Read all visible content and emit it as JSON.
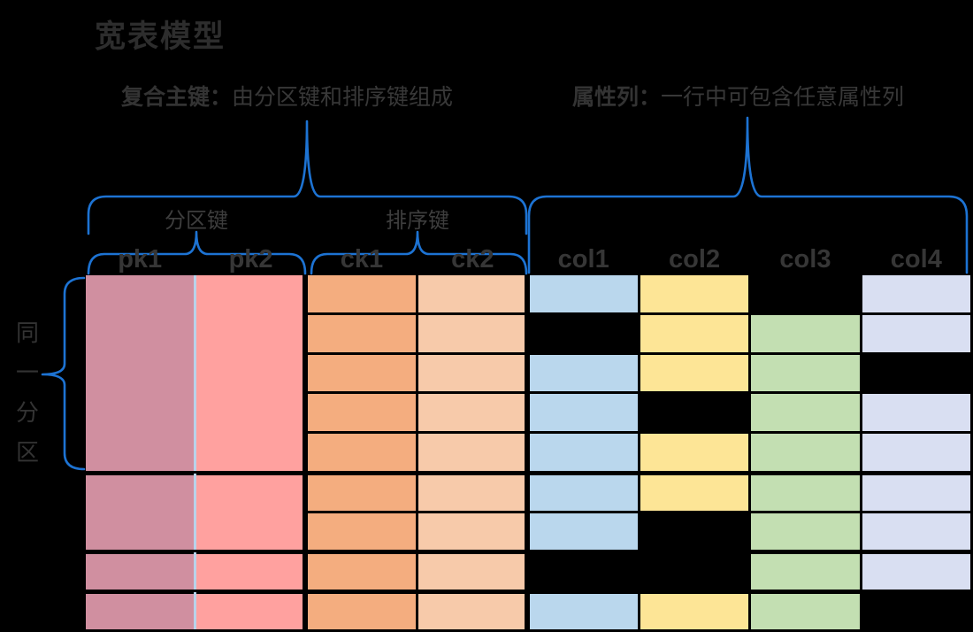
{
  "title": "宽表模型",
  "annotations": {
    "composite_key": {
      "term": "复合主键：",
      "desc": "由分区键和排序键组成"
    },
    "attribute_columns": {
      "term": "属性列：",
      "desc": "一行中可包含任意属性列"
    }
  },
  "group_labels": {
    "partition_key": "分区键",
    "sort_key": "排序键",
    "same_partition": "同一分区"
  },
  "table": {
    "columns": [
      {
        "key": "pk1",
        "label": "pk1",
        "group": "partition_key",
        "color": "#d08fa0"
      },
      {
        "key": "pk2",
        "label": "pk2",
        "group": "partition_key",
        "color": "#ffa19f"
      },
      {
        "key": "ck1",
        "label": "ck1",
        "group": "sort_key",
        "color": "#f4ad7f"
      },
      {
        "key": "ck2",
        "label": "ck2",
        "group": "sort_key",
        "color": "#f7caaa"
      },
      {
        "key": "col1",
        "label": "col1",
        "group": "attribute",
        "color": "#bad7ed"
      },
      {
        "key": "col2",
        "label": "col2",
        "group": "attribute",
        "color": "#fde596"
      },
      {
        "key": "col3",
        "label": "col3",
        "group": "attribute",
        "color": "#c3dfb2"
      },
      {
        "key": "col4",
        "label": "col4",
        "group": "attribute",
        "color": "#d9dff2"
      }
    ],
    "partitions": [
      {
        "attribute_presence": [
          [
            1,
            1,
            0,
            1
          ],
          [
            0,
            1,
            1,
            1
          ],
          [
            1,
            1,
            1,
            0
          ],
          [
            1,
            0,
            1,
            1
          ],
          [
            1,
            1,
            1,
            1
          ]
        ]
      },
      {
        "attribute_presence": [
          [
            1,
            1,
            1,
            1
          ],
          [
            1,
            0,
            1,
            1
          ]
        ]
      },
      {
        "attribute_presence": [
          [
            0,
            0,
            1,
            1
          ]
        ]
      },
      {
        "attribute_presence": [
          [
            1,
            1,
            1,
            0
          ]
        ]
      }
    ]
  },
  "colors": {
    "background": "#000000",
    "brace": "#1d73d3",
    "text": "#333333",
    "pk_divider": "#b9d3ea"
  }
}
